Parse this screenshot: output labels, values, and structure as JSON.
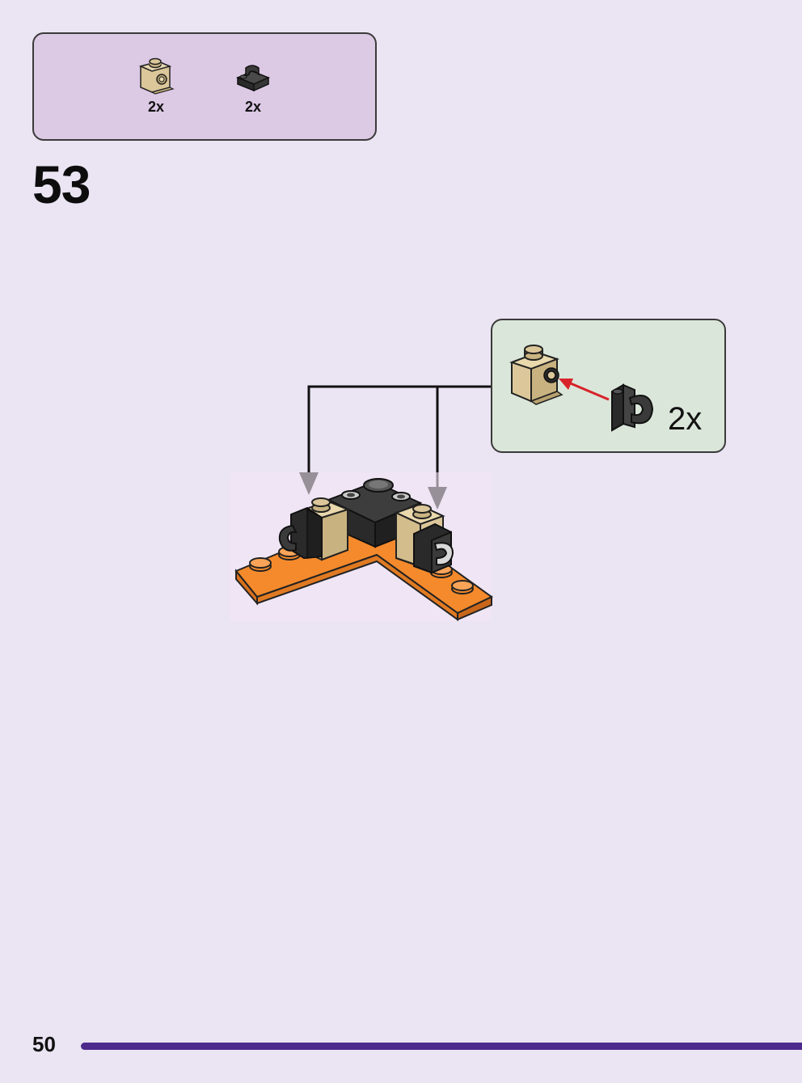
{
  "parts_list": {
    "items": [
      {
        "icon": "tan-bracket-brick-icon",
        "quantity": "2x"
      },
      {
        "icon": "black-clip-plate-icon",
        "quantity": "2x"
      }
    ]
  },
  "step": {
    "number": "53"
  },
  "subassembly": {
    "quantity": "2x"
  },
  "footer": {
    "page_number": "50"
  },
  "colors": {
    "page_background": "#ebe4f3",
    "parts_box": "#dcc9e4",
    "subassembly_box": "#dae6d9",
    "accent_bar": "#4d2a8c",
    "tan": "#dcc79a",
    "orange": "#f58a2c",
    "black_brick": "#2a2a2a",
    "arrow_red": "#d8232a"
  }
}
